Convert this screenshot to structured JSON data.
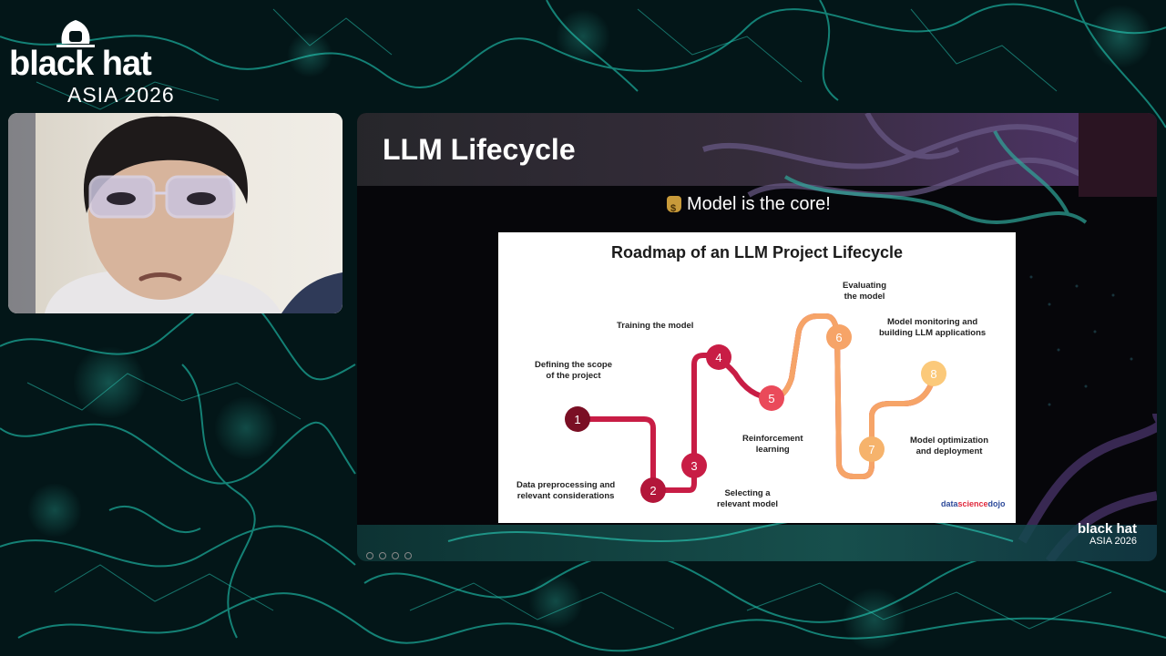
{
  "logo": {
    "brand": "black hat",
    "event": "ASIA 2026"
  },
  "slide": {
    "title": "LLM Lifecycle",
    "subtitle": "Model is the core!",
    "roadmap": {
      "title": "Roadmap of an LLM Project Lifecycle",
      "steps": [
        {
          "number": "1",
          "label_line1": "Defining the scope",
          "label_line2": "of the project",
          "color": "#7a0f24"
        },
        {
          "number": "2",
          "label_line1": "Data preprocessing and",
          "label_line2": "relevant considerations",
          "color": "#b3163a"
        },
        {
          "number": "3",
          "label_line1": "Selecting a",
          "label_line2": "relevant model",
          "color": "#c81d45"
        },
        {
          "number": "4",
          "label_line1": "Training the model",
          "label_line2": "",
          "color": "#c81d45"
        },
        {
          "number": "5",
          "label_line1": "Reinforcement",
          "label_line2": "learning",
          "color": "#ea4a5a"
        },
        {
          "number": "6",
          "label_line1": "Evaluating",
          "label_line2": "the model",
          "color": "#f6a468"
        },
        {
          "number": "7",
          "label_line1": "Model optimization",
          "label_line2": "and deployment",
          "color": "#f6b36c"
        },
        {
          "number": "8",
          "label_line1": "Model monitoring and",
          "label_line2": "building LLM applications",
          "color": "#fbc97a"
        }
      ],
      "credit": {
        "part1": "data",
        "part2": "science",
        "part3": "dojo"
      }
    },
    "footer_logo": {
      "brand": "black hat",
      "event": "ASIA 2026"
    }
  },
  "colors": {
    "background": "#021214",
    "network": "#1fb8a6",
    "accent_teal": "#3de0c8"
  }
}
